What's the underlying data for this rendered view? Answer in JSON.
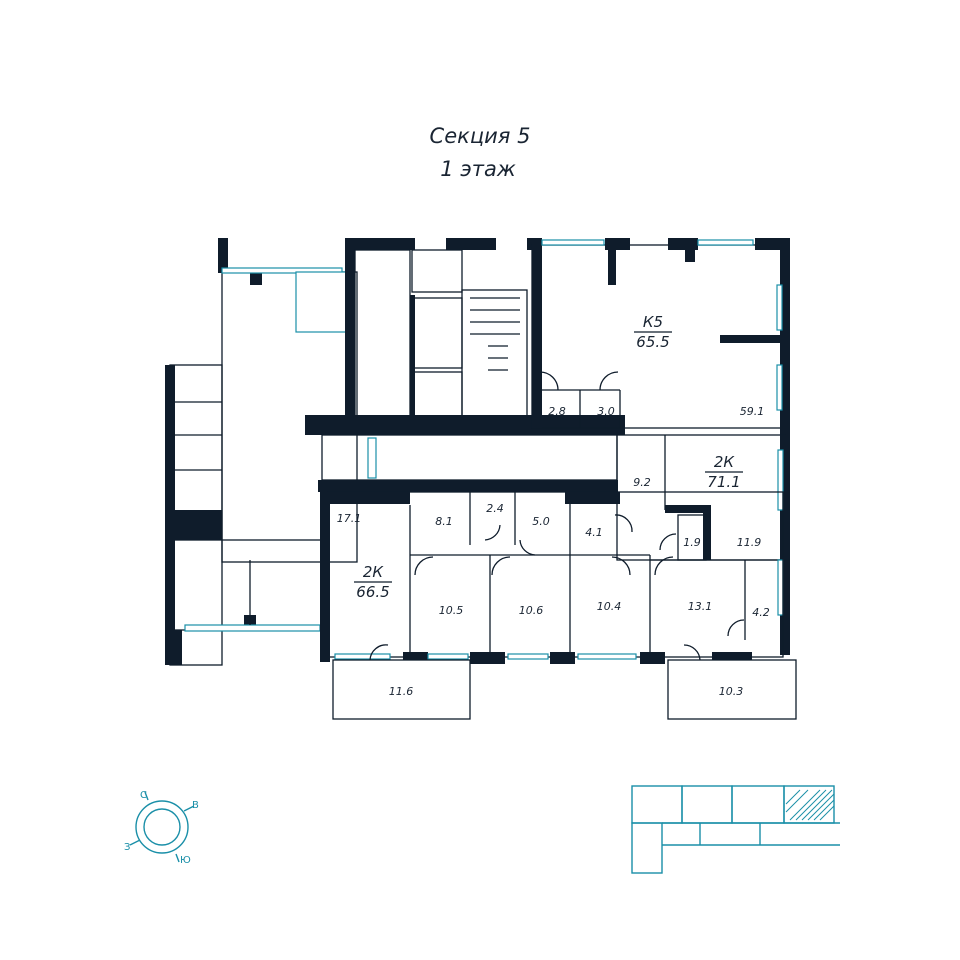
{
  "title": {
    "line1": "Секция 5",
    "line2": "1 этаж"
  },
  "apartments": [
    {
      "code": "К5",
      "area": "65.5"
    },
    {
      "code": "2К",
      "area": "71.1"
    },
    {
      "code": "2К",
      "area": "66.5"
    }
  ],
  "rooms": [
    "2.8",
    "3.0",
    "59.1",
    "9.2",
    "11.9",
    "1.9",
    "4.1",
    "4.2",
    "13.1",
    "10.4",
    "10.6",
    "10.5",
    "5.0",
    "2.4",
    "8.1",
    "17.1",
    "11.6",
    "10.3"
  ],
  "compass": {
    "north": "С",
    "east": "В",
    "south": "Ю",
    "west": "З"
  },
  "colors": {
    "walls": "#0f1c2b",
    "accent": "#1a8fa8",
    "text": "#1a2533"
  }
}
